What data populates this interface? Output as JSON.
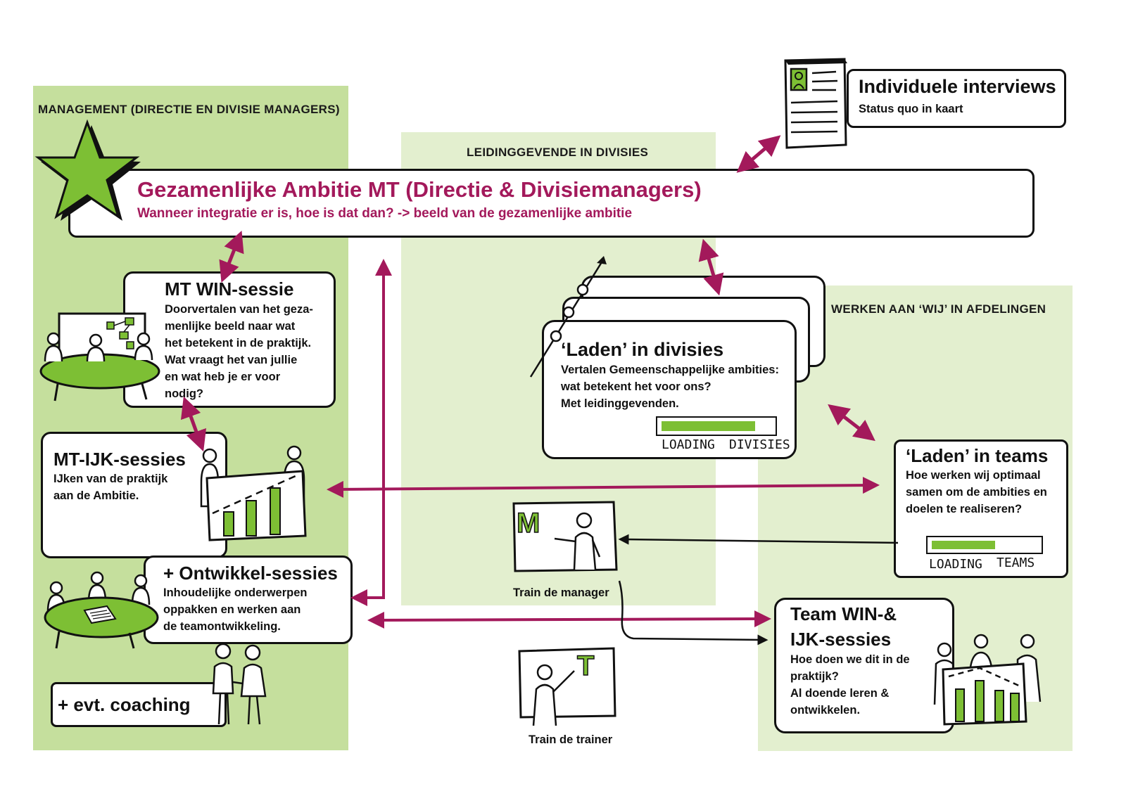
{
  "zones": {
    "management": "MANAGEMENT (DIRECTIE EN DIVISIE MANAGERS)",
    "leidinggevende": "LEIDINGGEVENDE IN DIVISIES",
    "werken": "WERKEN AAN ‘WIJ’ IN AFDELINGEN"
  },
  "interviews": {
    "title": "Individuele interviews",
    "subtitle": "Status quo in kaart"
  },
  "ambitie": {
    "title": "Gezamenlijke Ambitie MT (Directie & Divisiemanagers)",
    "subtitle": "Wanneer integratie er is, hoe is dat dan? ->  beeld van de gezamenlijke ambitie"
  },
  "mt_win": {
    "title": "MT WIN-sessie",
    "text": "Doorvertalen van het geza-\nmenlijke beeld naar wat\nhet betekent in de praktijk.\nWat vraagt het van jullie\nen wat heb je er voor\nnodig?"
  },
  "mt_ijk": {
    "title": "MT-IJK-sessies",
    "text": "IJken van de praktijk\naan de Ambitie."
  },
  "ontwikkel": {
    "title": "+ Ontwikkel-sessies",
    "text": "Inhoudelijke onderwerpen\noppakken en werken aan\nde teamontwikkeling."
  },
  "coaching": {
    "title": "+ evt. coaching"
  },
  "laden_divisies": {
    "title": "‘Laden’ in divisies",
    "text": "Vertalen Gemeenschappelijke ambities:\nwat betekent het voor ons?\nMet leidinggevenden.",
    "loading_left": "LOADING",
    "loading_right": "DIVISIES",
    "progress": 0.85
  },
  "laden_teams": {
    "title": "‘Laden’  in teams",
    "text": "Hoe werken wij optimaal\nsamen om de ambities en\ndoelen te realiseren?",
    "loading_left": "LOADING",
    "loading_right": "TEAMS",
    "progress": 0.6
  },
  "team_win": {
    "title_line1": "Team WIN-&",
    "title_line2": "IJK-sessies",
    "text": "Hoe doen we dit in de\npraktijk?\nAl doende leren &\nontwikkelen."
  },
  "train_manager": {
    "caption": "Train de manager",
    "letter": "M"
  },
  "train_trainer": {
    "caption": "Train de trainer",
    "letter": "T"
  },
  "colors": {
    "zone_dark": "#c5df9d",
    "zone_light": "#e3efcf",
    "accent_green": "#7dbf34",
    "magenta": "#a3195b"
  }
}
